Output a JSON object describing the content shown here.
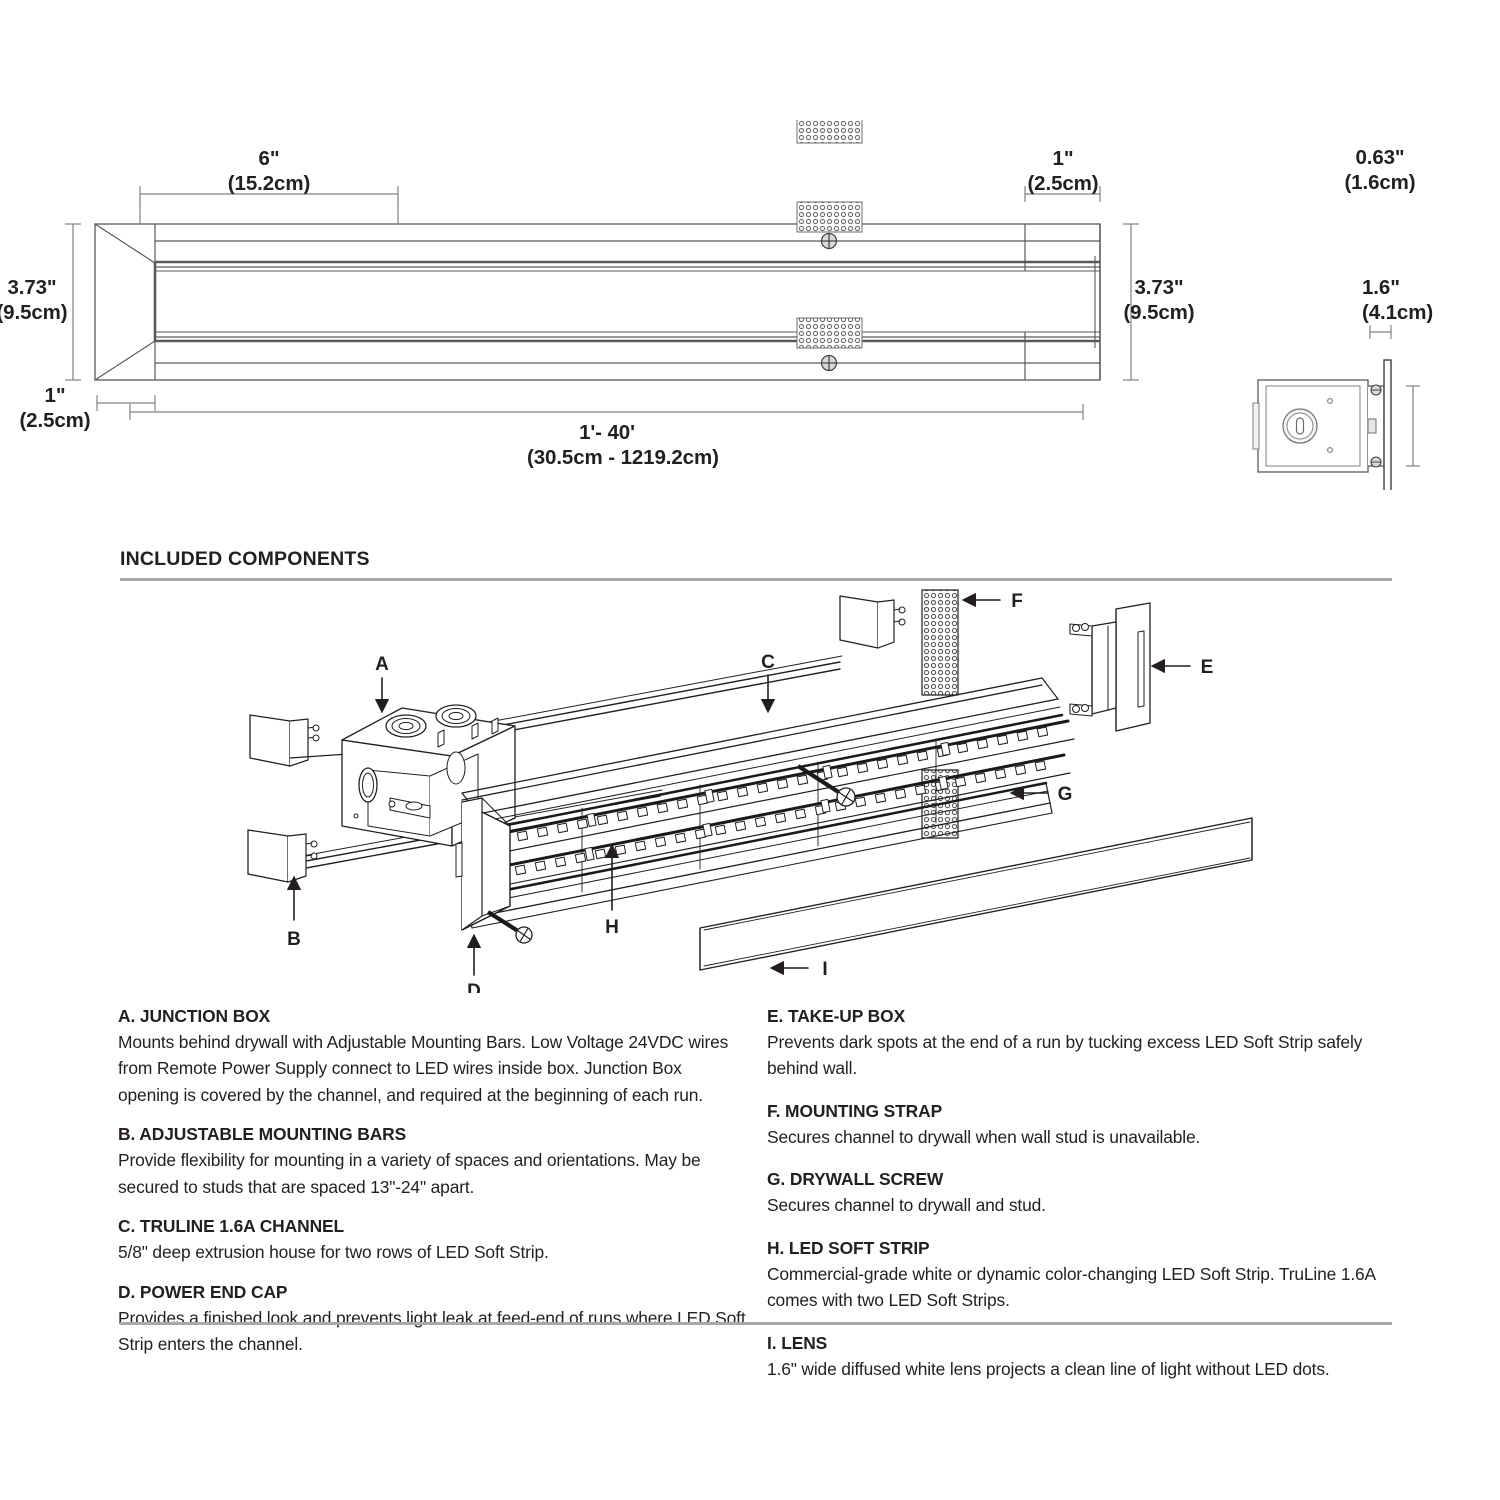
{
  "dimensions": {
    "width_6in": {
      "imperial": "6\"",
      "metric": "(15.2cm)"
    },
    "height_373in": {
      "imperial": "3.73\"",
      "metric": "(9.5cm)"
    },
    "height_373in_right": {
      "imperial": "3.73\"",
      "metric": "(9.5cm)"
    },
    "end_1in": {
      "imperial": "1\"",
      "metric": "(2.5cm)"
    },
    "end_1in_right": {
      "imperial": "1\"",
      "metric": "(2.5cm)"
    },
    "length_range": {
      "imperial": "1'- 40'",
      "metric": "(30.5cm - 1219.2cm)"
    },
    "section_depth": {
      "imperial": "0.63\"",
      "metric": "(1.6cm)"
    },
    "section_height": {
      "imperial": "1.6\"",
      "metric": "(4.1cm)"
    }
  },
  "section": {
    "title": "INCLUDED COMPONENTS"
  },
  "callouts": [
    {
      "id": "A",
      "label": "A"
    },
    {
      "id": "B",
      "label": "B"
    },
    {
      "id": "C",
      "label": "C"
    },
    {
      "id": "D",
      "label": "D"
    },
    {
      "id": "E",
      "label": "E"
    },
    {
      "id": "F",
      "label": "F"
    },
    {
      "id": "G",
      "label": "G"
    },
    {
      "id": "H",
      "label": "H"
    },
    {
      "id": "I",
      "label": "I"
    }
  ],
  "components_left": [
    {
      "title": "A. JUNCTION BOX",
      "desc": "Mounts behind drywall with Adjustable Mounting Bars. Low Voltage 24VDC wires from Remote Power Supply connect to LED wires inside box. Junction Box opening is covered by the channel, and required at the beginning of each run."
    },
    {
      "title": "B. ADJUSTABLE MOUNTING BARS",
      "desc": "Provide flexibility for mounting in a variety of spaces and orientations. May be secured to studs that are spaced 13\"-24\" apart."
    },
    {
      "title": "C. TRULINE 1.6A CHANNEL",
      "desc": "5/8\" deep extrusion house for two rows of LED Soft Strip."
    },
    {
      "title": "D. POWER END CAP",
      "desc": "Provides a finished look and prevents light leak at feed-end of runs where LED Soft Strip enters the channel."
    }
  ],
  "components_right": [
    {
      "title": "E. TAKE-UP BOX",
      "desc": "Prevents dark spots at the end of a run by tucking excess LED Soft Strip safely behind wall."
    },
    {
      "title": "F. MOUNTING STRAP",
      "desc": "Secures channel to drywall when wall stud is unavailable."
    },
    {
      "title": "G. DRYWALL SCREW",
      "desc": "Secures channel to drywall and stud."
    },
    {
      "title": "H. LED SOFT STRIP",
      "desc": "Commercial-grade white or dynamic color-changing LED Soft Strip. TruLine 1.6A comes with two LED Soft Strips."
    },
    {
      "title": "I. LENS",
      "desc": "1.6\" wide diffused white lens projects a clean line of light without LED dots."
    }
  ],
  "colors": {
    "ink": "#231f20",
    "rule": "#a9a9a9",
    "line": "#58595b",
    "dark": "#1a1a1a"
  }
}
